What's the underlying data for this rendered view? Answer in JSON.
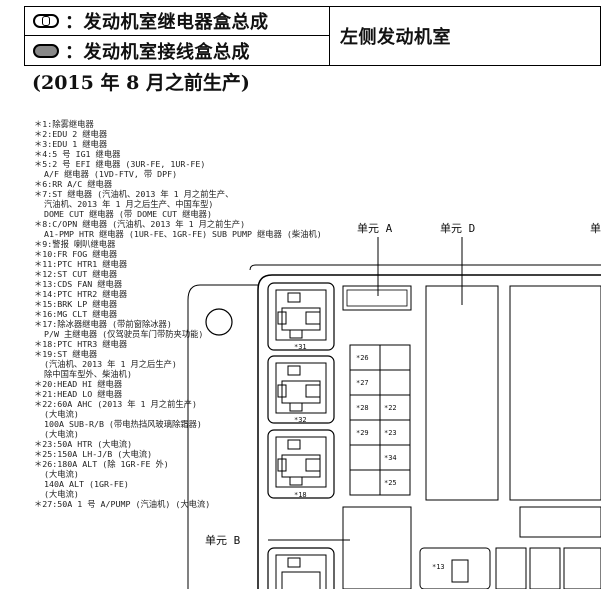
{
  "header": {
    "row1_label": "：发动机室继电器盒总成",
    "row2_label": "：发动机室接线盒总成",
    "location": "左侧发动机室",
    "subtitle": "(2015 年 8 月之前生产)"
  },
  "legend_items": [
    {
      "text": "＊1:除雾继电器"
    },
    {
      "text": "＊2:EDU 2 继电器"
    },
    {
      "text": "＊3:EDU 1 继电器"
    },
    {
      "text": "＊4:5 号 IG1 继电器"
    },
    {
      "text": "＊5:2 号 EFI 继电器 (3UR-FE, 1UR-FE)",
      "subs": [
        "A/F 继电器 (1VD-FTV, 带 DPF)"
      ]
    },
    {
      "text": "＊6:RR A/C 继电器"
    },
    {
      "text": "＊7:ST 继电器 (汽油机、2013 年 1 月之前生产、",
      "subs": [
        "汽油机、2013 年 1 月之后生产、中国车型)",
        "DOME CUT 继电器 (带 DOME CUT 继电器)"
      ]
    },
    {
      "text": "＊8:C/OPN 继电器 (汽油机、2013 年 1 月之前生产)",
      "subs": [
        "A1-PMP HTR 继电器 (1UR-FE、1GR-FE) SUB PUMP 继电器 (柴油机)"
      ]
    },
    {
      "text": "＊9:警报 喇叭继电器"
    },
    {
      "text": "＊10:FR FOG 继电器"
    },
    {
      "text": "＊11:PTC HTR1 继电器"
    },
    {
      "text": "＊12:ST CUT 继电器"
    },
    {
      "text": "＊13:CDS FAN 继电器"
    },
    {
      "text": "＊14:PTC HTR2 继电器"
    },
    {
      "text": "＊15:BRK LP 继电器"
    },
    {
      "text": "＊16:MG CLT 继电器"
    },
    {
      "text": "＊17:除冰器继电器 (带前窗除冰器)",
      "subs": [
        "P/W 主继电器 (仅驾驶员车门带防夹功能)"
      ]
    },
    {
      "text": "＊18:PTC HTR3 继电器"
    },
    {
      "text": "＊19:ST 继电器",
      "subs": [
        "(汽油机、2013 年 1 月之后生产)",
        "除中国车型外、柴油机)"
      ]
    },
    {
      "text": "＊20:HEAD HI 继电器"
    },
    {
      "text": "＊21:HEAD LO 继电器"
    },
    {
      "text": "＊22:60A AHC (2013 年 1 月之前生产)",
      "subs": [
        "(大电流)",
        "100A SUB-R/B (带电热挡风玻璃除霜器)",
        "(大电流)"
      ]
    },
    {
      "text": "＊23:50A HTR (大电流)"
    },
    {
      "text": "＊25:150A LH-J/B (大电流)"
    },
    {
      "text": "＊26:180A ALT (除 1GR-FE 外)",
      "subs": [
        "(大电流)",
        "140A ALT (1GR-FE)",
        "(大电流)"
      ]
    },
    {
      "text": "＊27:50A 1 号 A/PUMP (汽油机) (大电流)"
    }
  ],
  "diagram": {
    "unit_a": "单元 A",
    "unit_d": "单元 D",
    "unit_cut": "单",
    "unit_b": "单元 B",
    "relay_labels": [
      "*31",
      "*32",
      "*18"
    ],
    "fuse_labels": [
      "*26",
      "*27",
      "*28",
      "*22",
      "*29",
      "*23",
      "*34",
      "*25"
    ],
    "bottom_label": "*13"
  }
}
